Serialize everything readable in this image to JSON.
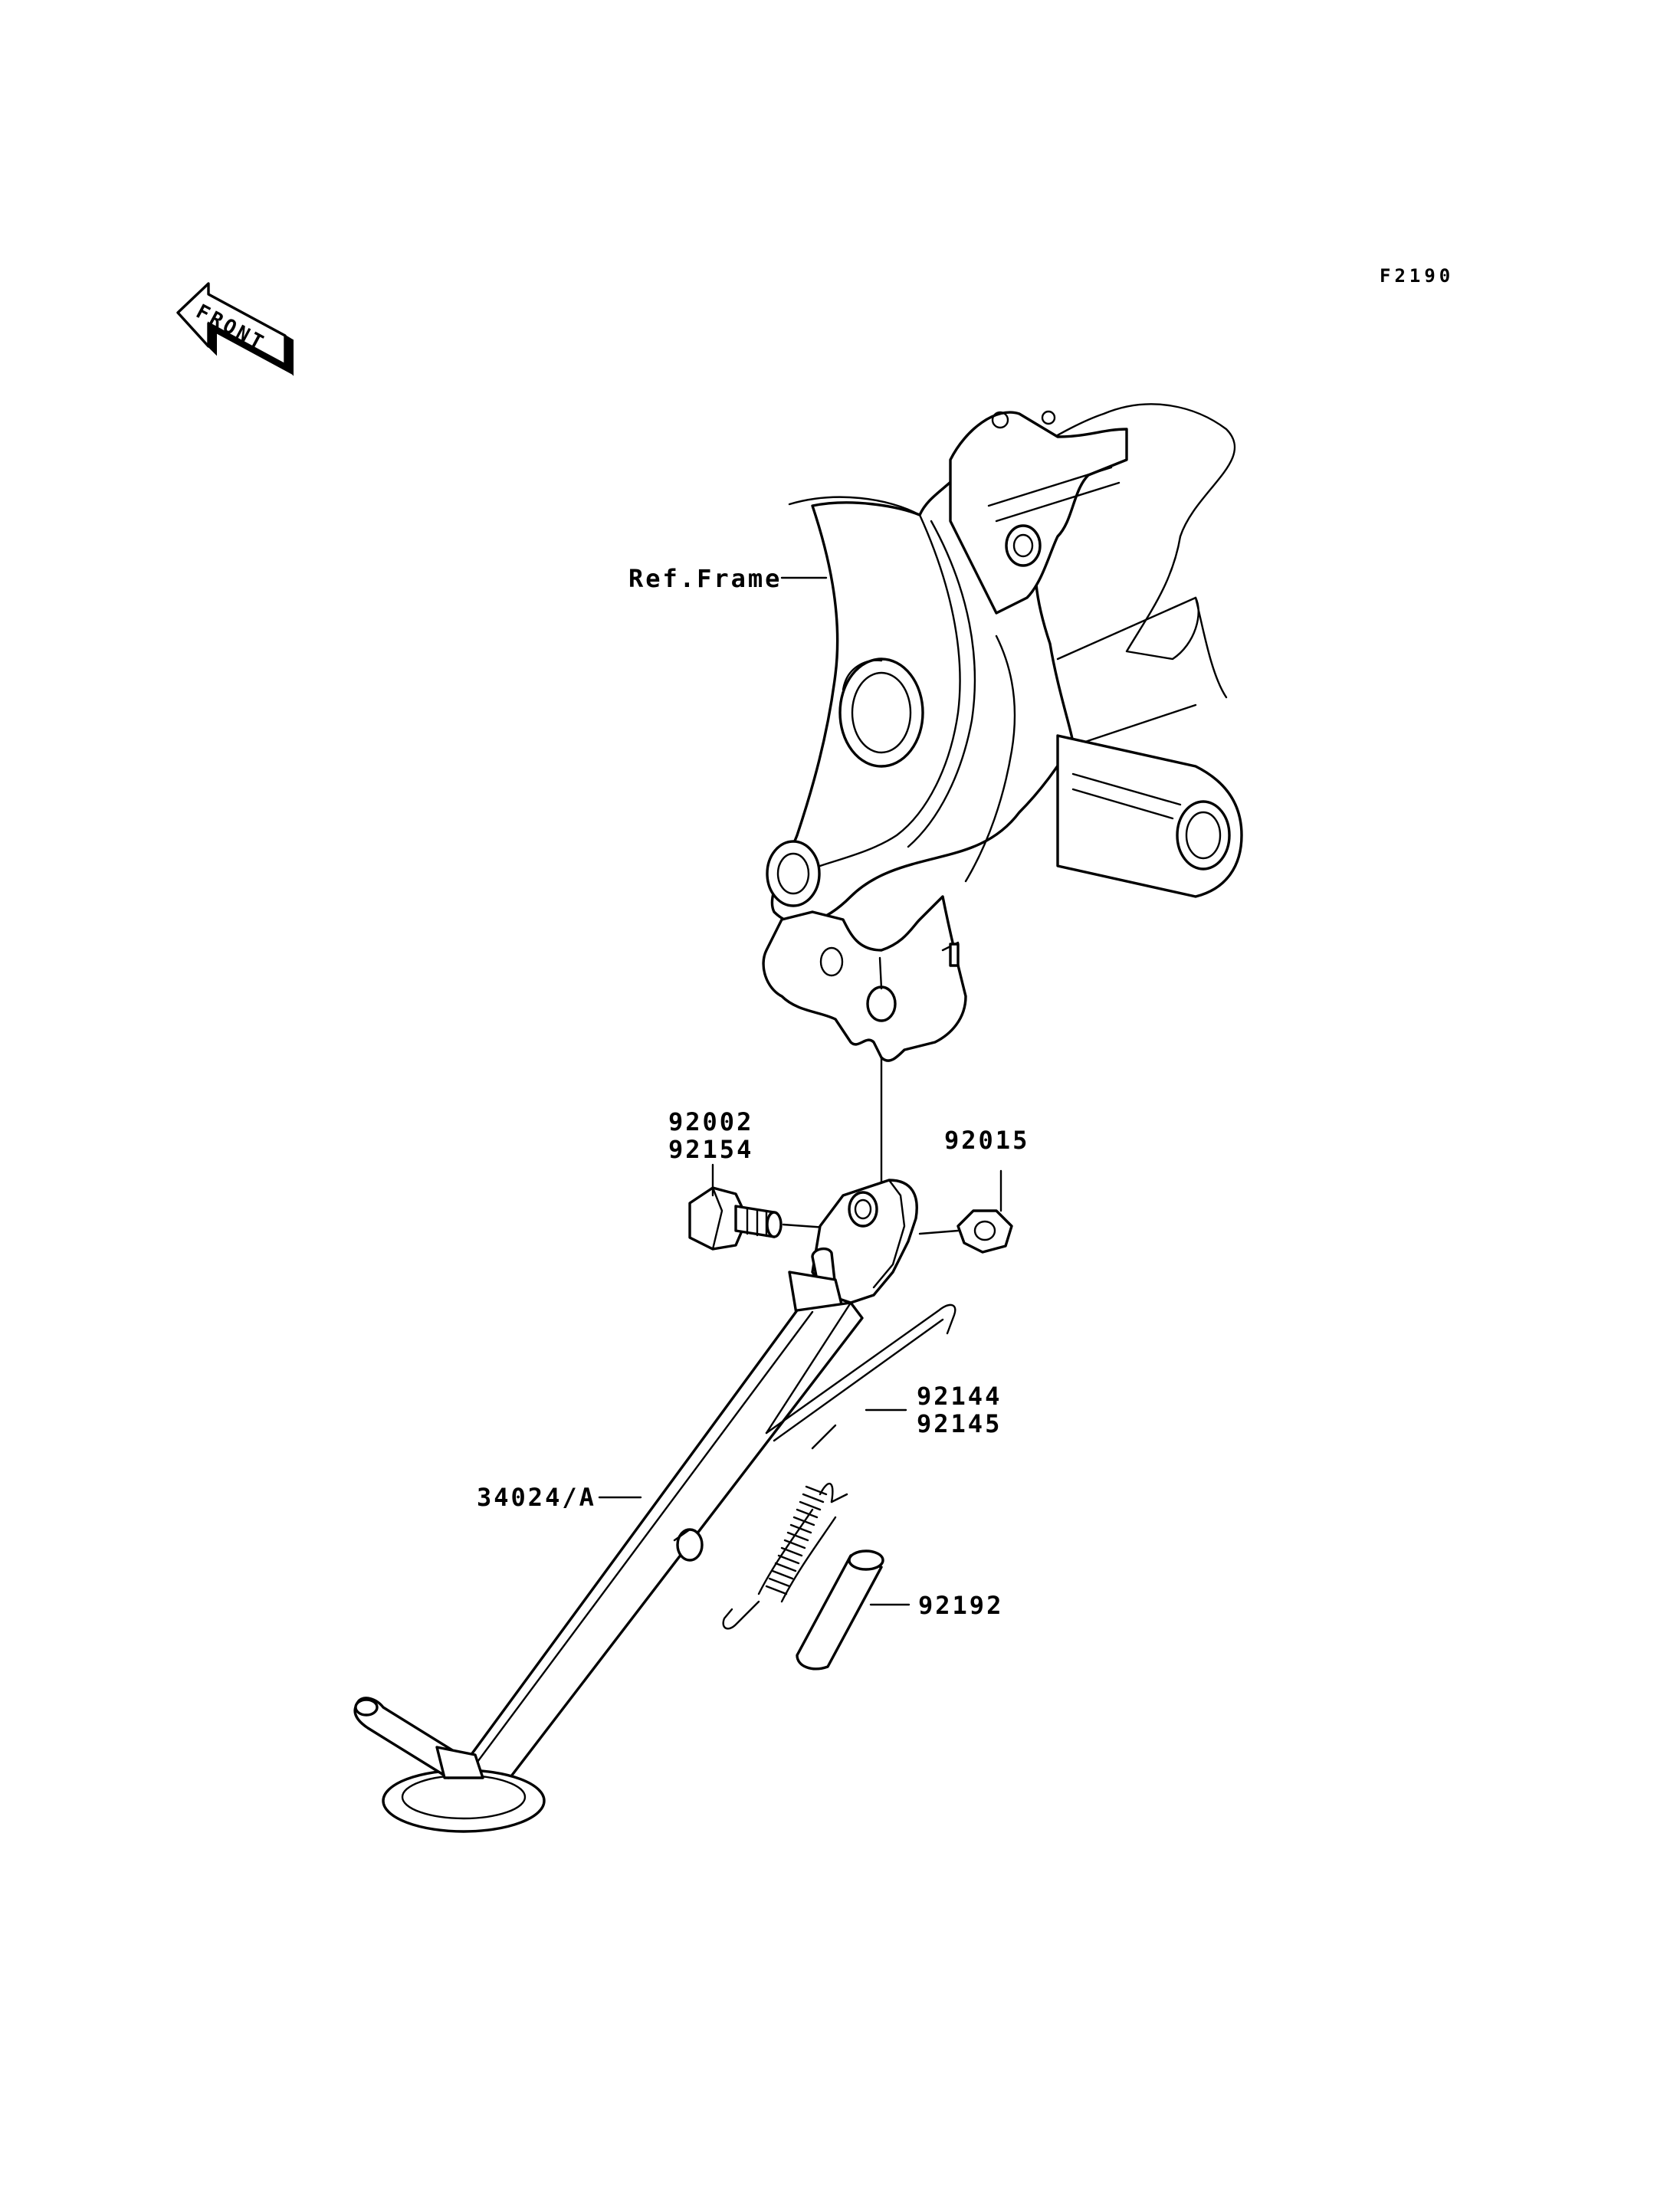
{
  "diagram": {
    "code": "F2190",
    "front_arrow": "FRONT",
    "labels": {
      "ref_frame": "Ref.Frame",
      "bolt": [
        "92002",
        "92154"
      ],
      "nut": "92015",
      "spring": [
        "92144",
        "92145"
      ],
      "stand": "34024/A",
      "collar": "92192"
    }
  }
}
